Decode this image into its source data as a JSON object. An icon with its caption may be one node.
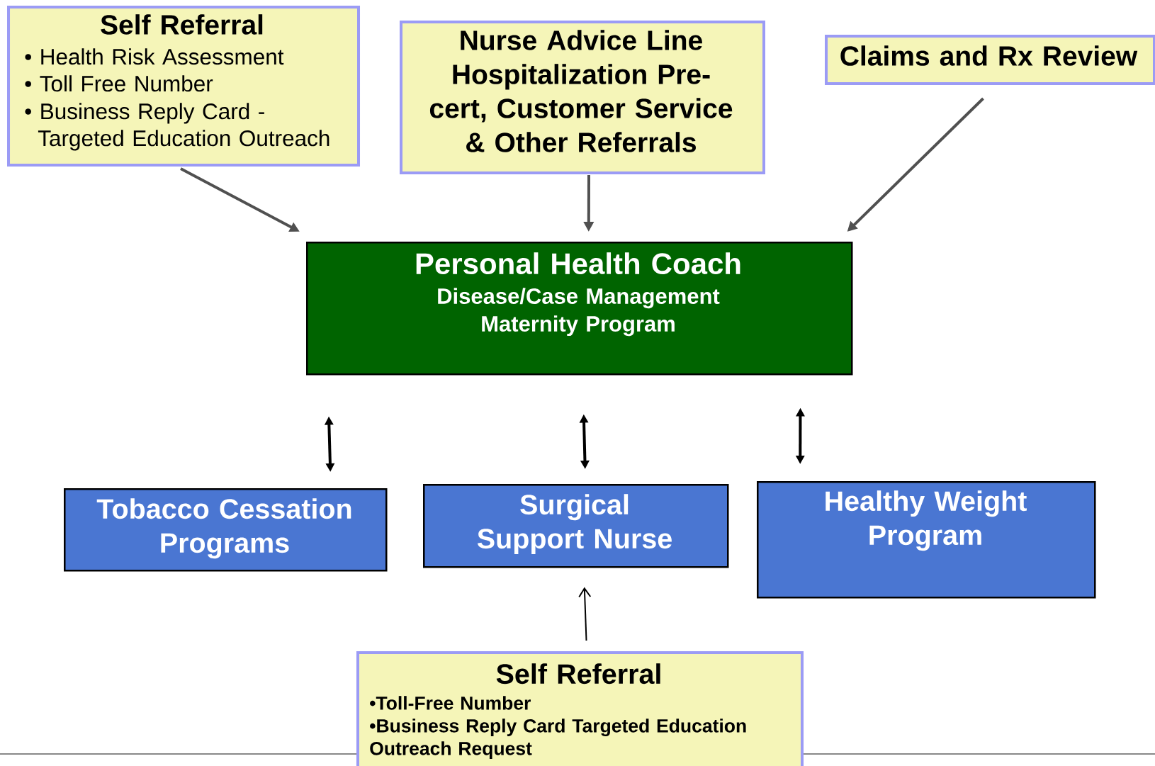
{
  "diagram": {
    "nodes": [
      {
        "text": [
          "Self Referral",
          "• Health Risk Assessment",
          "• Toll Free Number",
          "• Business Reply Card - Targeted Education Outreach"
        ]
      },
      {
        "text": [
          "Nurse Advice Line",
          "Hospitalization Pre-cert, Customer Service & Other Referrals"
        ]
      },
      {
        "text": [
          "Claims and Rx Review"
        ]
      },
      {
        "text": [
          "Personal Health Coach",
          "Disease/Case Management",
          "Maternity Program"
        ]
      },
      {
        "text": [
          "Tobacco Cessation Programs"
        ]
      },
      {
        "text": [
          "Surgical Support Nurse"
        ]
      },
      {
        "text": [
          "Healthy Weight Program"
        ]
      },
      {
        "text": [
          "Self Referral",
          "•Toll-Free Number",
          "•Business Reply Card Targeted Education Outreach Request"
        ]
      }
    ],
    "edges": [
      {
        "from": 0,
        "to": 3,
        "arrow": "to",
        "color": "#505050"
      },
      {
        "from": 1,
        "to": 3,
        "arrow": "to",
        "color": "#505050"
      },
      {
        "from": 2,
        "to": 3,
        "arrow": "to",
        "color": "#505050"
      },
      {
        "from": 3,
        "to": 4,
        "arrow": "both"
      },
      {
        "from": 3,
        "to": 5,
        "arrow": "both"
      },
      {
        "from": 3,
        "to": 6,
        "arrow": "both"
      },
      {
        "from": 7,
        "to": 5,
        "arrow": "to"
      }
    ]
  }
}
